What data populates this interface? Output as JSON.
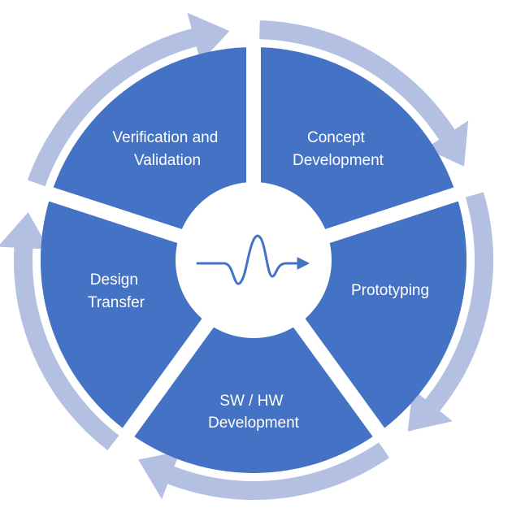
{
  "diagram": {
    "type": "cycle",
    "colors": {
      "segment": "#4472c4",
      "arrow": "#b4c0e2",
      "gap": "#ffffff",
      "center": "#ffffff",
      "waveform": "#4472c4"
    },
    "center_icon": "waveform-arrow-icon",
    "stages": [
      {
        "key": "concept",
        "lines": [
          "Concept",
          "Development"
        ]
      },
      {
        "key": "prototyping",
        "lines": [
          "Prototyping"
        ]
      },
      {
        "key": "swhw",
        "lines": [
          "SW / HW",
          "Development"
        ]
      },
      {
        "key": "transfer",
        "lines": [
          "Design",
          "Transfer"
        ]
      },
      {
        "key": "vv",
        "lines": [
          "Verification and",
          "Validation"
        ]
      }
    ]
  }
}
